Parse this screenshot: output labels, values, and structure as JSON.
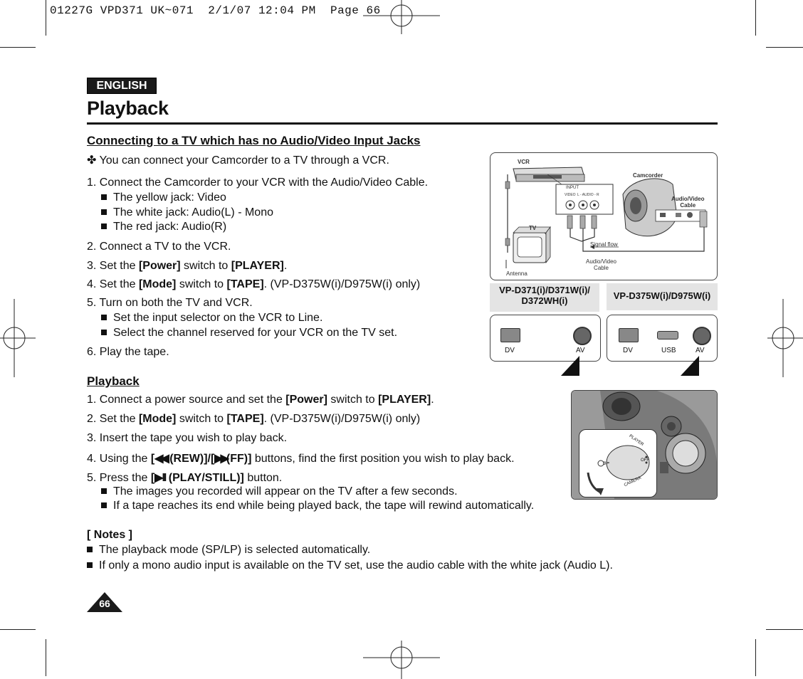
{
  "print_header": "01227G VPD371 UK~071  2/1/07 12:04 PM  Page 66",
  "language_badge": "ENGLISH",
  "page_title": "Playback",
  "section1": {
    "title": "Connecting to a TV which has no Audio/Video Input Jacks",
    "intro": "You can connect your Camcorder to a TV through a VCR.",
    "steps": [
      {
        "text": "1. Connect the Camcorder to your VCR with the Audio/Video Cable."
      },
      {
        "text": "2. Connect a TV to the VCR."
      },
      {
        "pre": "3. Set the ",
        "bold1": "[Power]",
        "mid": " switch to ",
        "bold2": "[PLAYER]",
        "post": "."
      },
      {
        "pre": "4. Set the ",
        "bold1": "[Mode]",
        "mid": " switch to ",
        "bold2": "[TAPE]",
        "post": ". (VP-D375W(i)/D975W(i) only)"
      },
      {
        "text": "5. Turn on both the TV and VCR."
      },
      {
        "text": "6. Play the tape."
      }
    ],
    "step1_bullets": [
      "The yellow jack: Video",
      "The white jack: Audio(L) - Mono",
      "The red jack: Audio(R)"
    ],
    "step5_bullets": [
      "Set the input selector on the VCR to Line.",
      "Select the channel reserved for your VCR on the TV set."
    ]
  },
  "section2": {
    "title": "Playback",
    "steps": [
      {
        "pre": "1. Connect a power source and set the ",
        "bold1": "[Power]",
        "mid": " switch to ",
        "bold2": "[PLAYER]",
        "post": "."
      },
      {
        "pre": "2. Set the ",
        "bold1": "[Mode]",
        "mid": " switch to ",
        "bold2": "[TAPE]",
        "post": ". (VP-D375W(i)/D975W(i) only)"
      },
      {
        "text": "3. Insert the tape you wish to play back."
      },
      {
        "pre": "4. Using the ",
        "bold1": "[",
        "icon1": "◀◀",
        "bold1b": " (REW)]/[",
        "icon2": "▶▶",
        "bold2": "(FF)]",
        "post": " buttons, find the first position you wish to play back."
      },
      {
        "pre": "5. Press the ",
        "bold1": "[",
        "icon1": "▶II",
        "bold1b": " (PLAY/STILL)]",
        "post": " button."
      }
    ],
    "step5_bullets": [
      "The images you recorded will appear on the TV after a few seconds.",
      "If a tape reaches its end while being played back, the tape will rewind automatically."
    ]
  },
  "notes": {
    "title": "[ Notes ]",
    "items": [
      "The playback mode (SP/LP) is selected automatically.",
      "If only a mono audio input is available on the TV set, use the audio cable with the white jack (Audio L)."
    ]
  },
  "diagram": {
    "vcr": "VCR",
    "camcorder": "Camcorder",
    "av_cable_top": "Audio/Video",
    "av_cable_top2": "Cable",
    "tv": "TV",
    "signal_flow": "Signal flow",
    "av_cable_bottom": "Audio/Video",
    "av_cable_bottom2": "Cable",
    "antenna": "Antenna",
    "input": "INPUT",
    "video": "VIDEO",
    "audio": "L - AUDIO - R"
  },
  "models": {
    "left": "VP-D371(i)/D371W(i)/",
    "left2": "D372WH(i)",
    "right": "VP-D375W(i)/D975W(i)"
  },
  "jacks": {
    "dv": "DV",
    "av": "AV",
    "usb": "USB"
  },
  "dial": {
    "player": "PLAYER",
    "off": "OFF",
    "camera": "CAMERA"
  },
  "page_number": "66"
}
